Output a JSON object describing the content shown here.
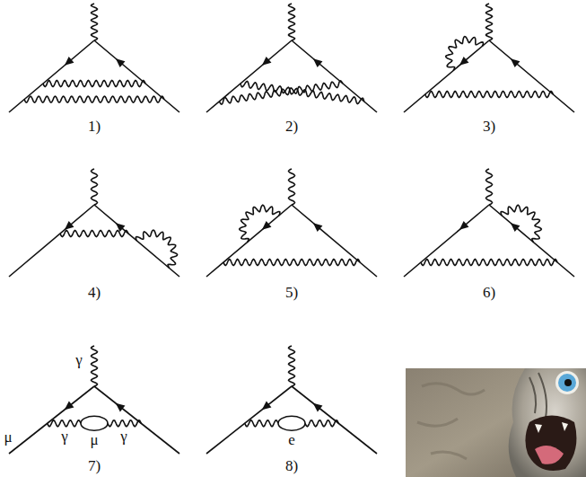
{
  "diagram": {
    "labels": [
      "1)",
      "2)",
      "3)",
      "4)",
      "5)",
      "6)",
      "γ",
      "μ",
      "γ",
      "μ",
      "γ",
      "7)",
      "e",
      "8)"
    ]
  }
}
